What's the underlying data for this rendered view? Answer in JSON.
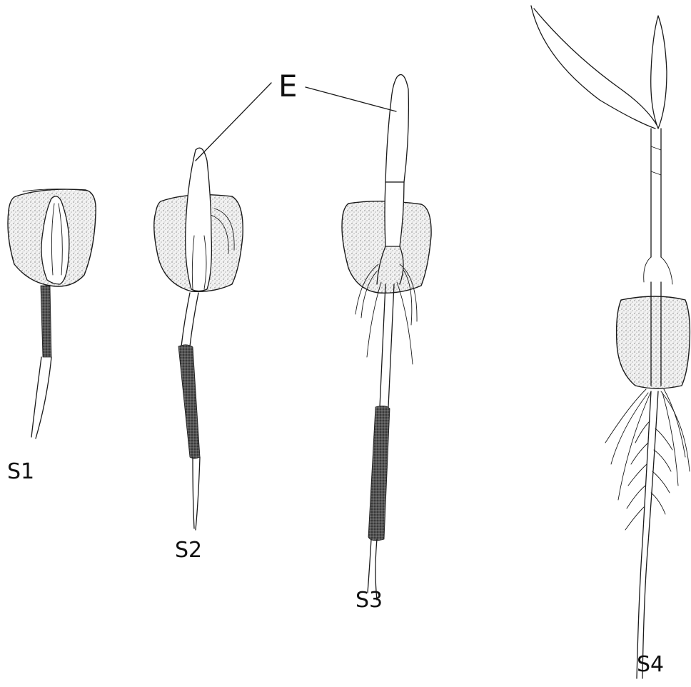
{
  "labels": {
    "embryo_marker": "E",
    "stage_1": "S1",
    "stage_2": "S2",
    "stage_3": "S3",
    "stage_4": "S4"
  },
  "colors": {
    "ink": "#1a1a1a",
    "paper": "#ffffff",
    "kernel_stipple": "#bdbdbd"
  }
}
